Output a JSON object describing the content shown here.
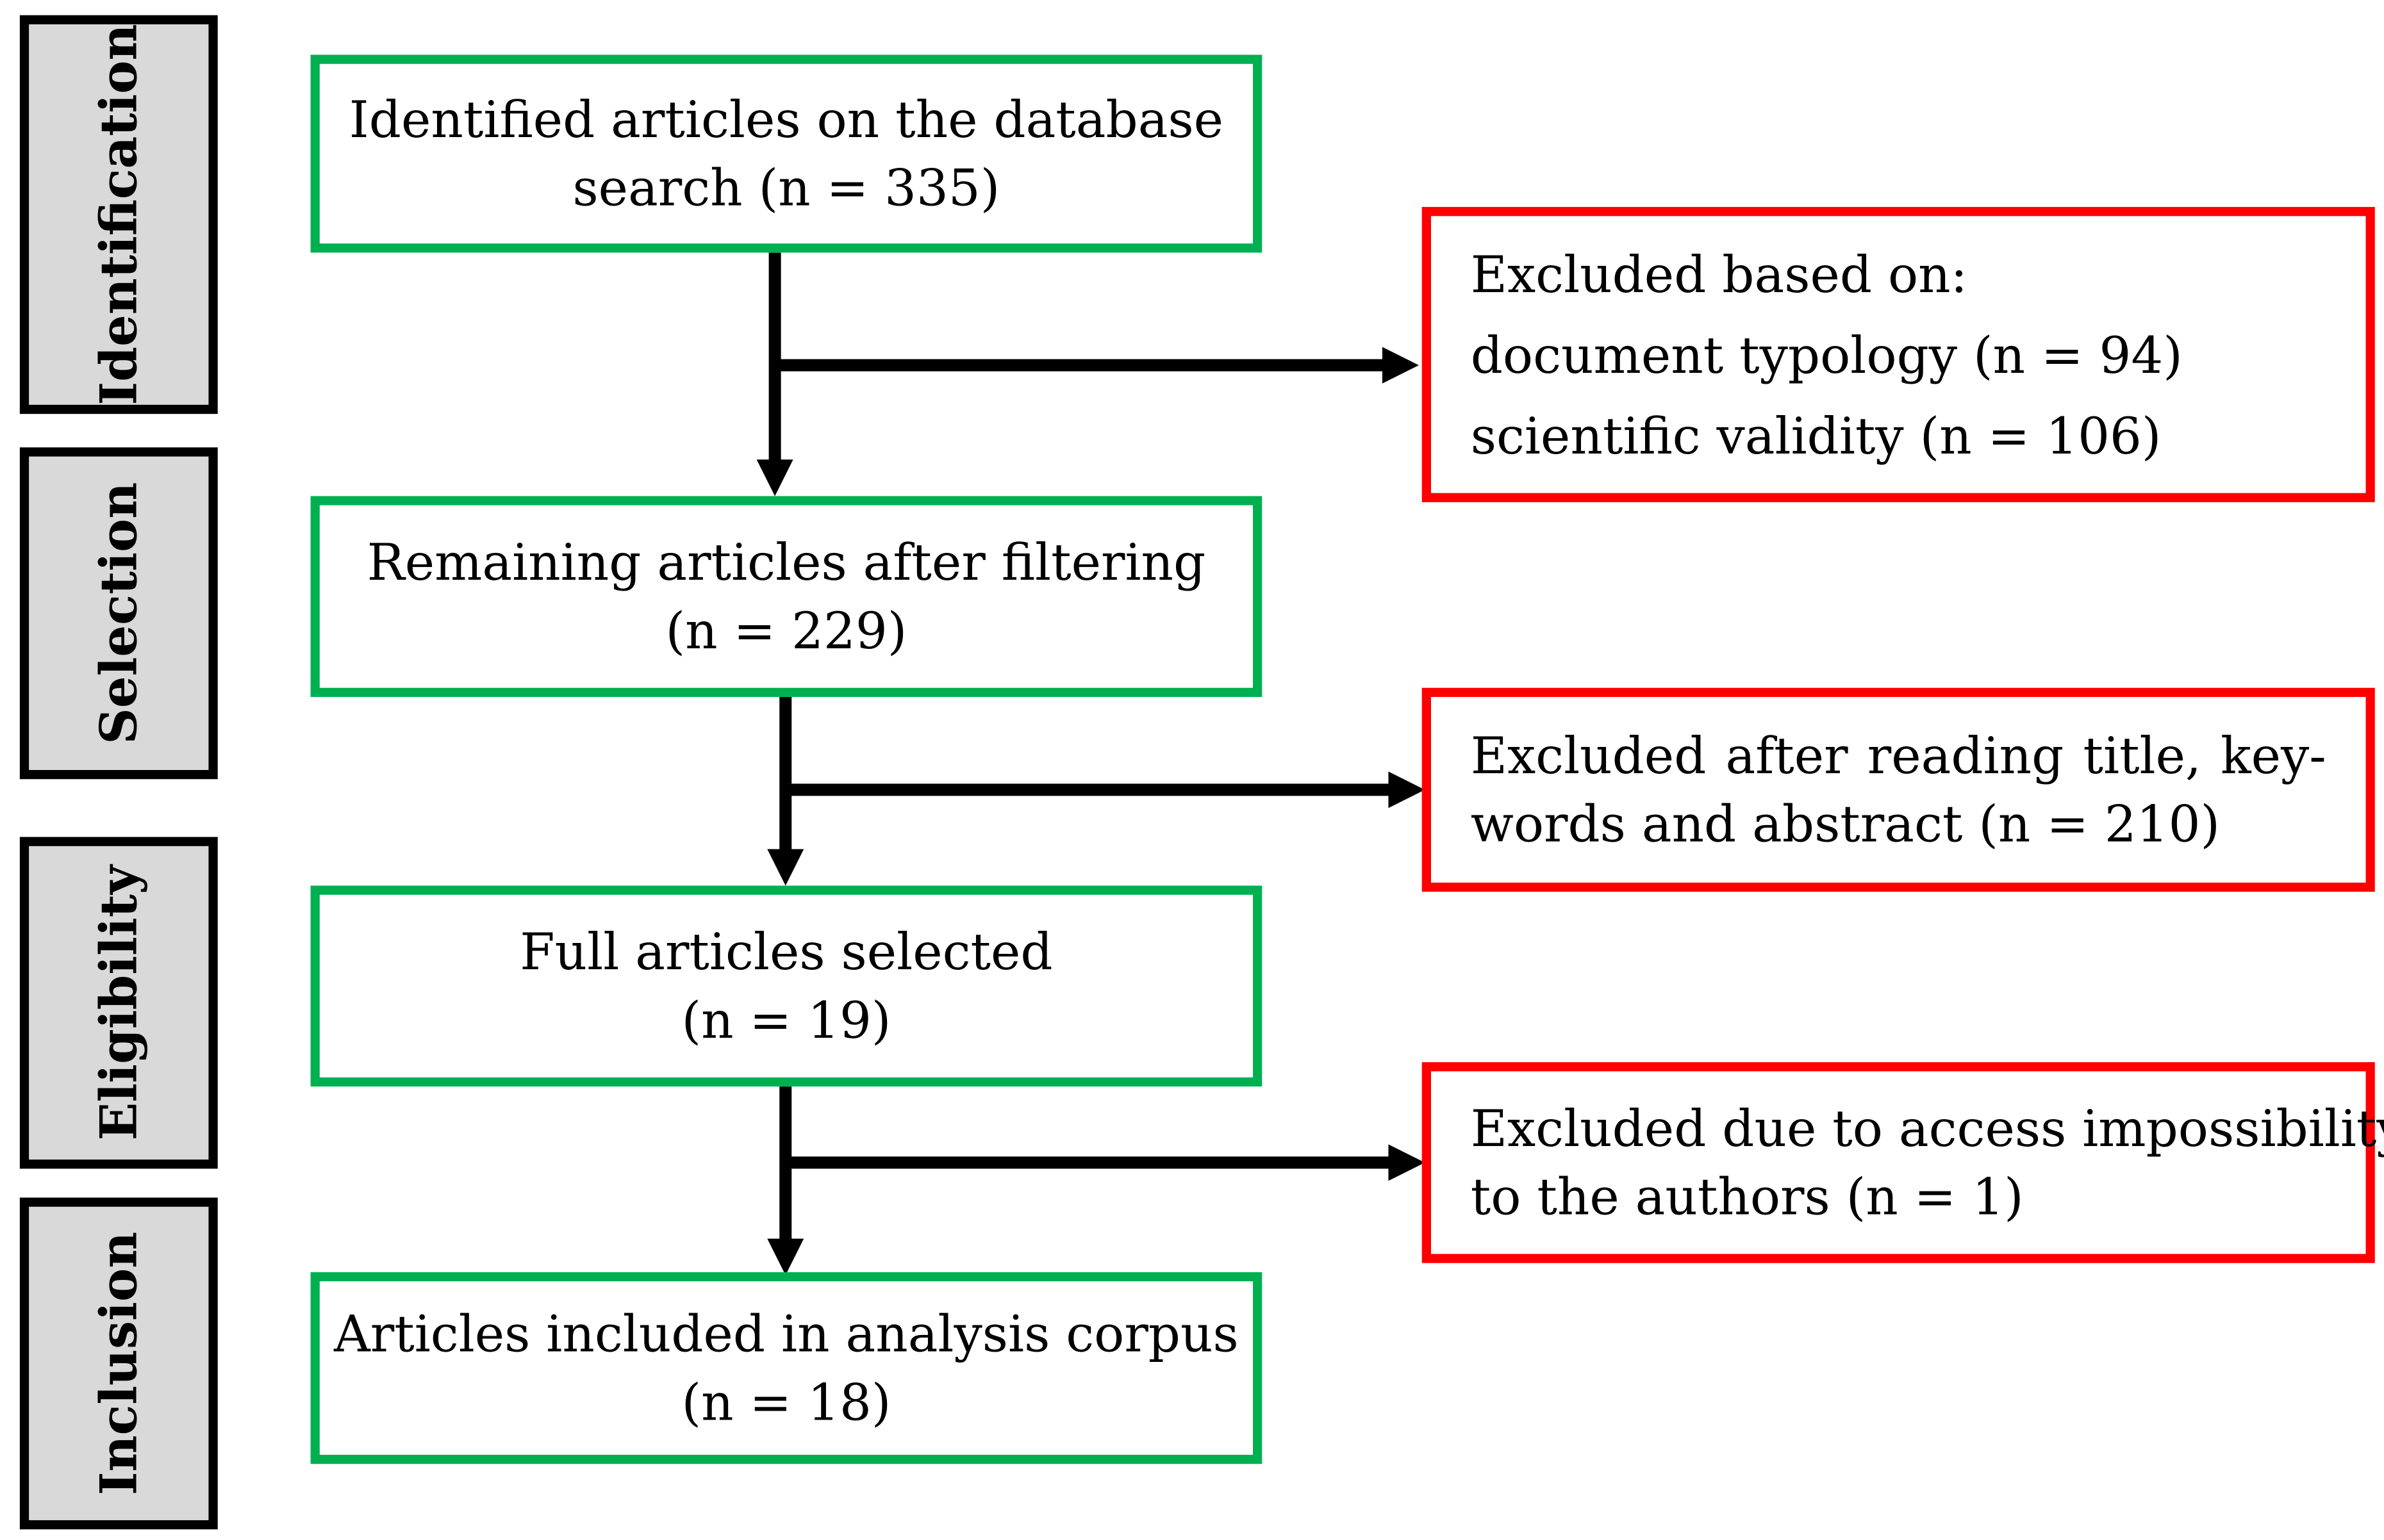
{
  "phases": {
    "identification": "Identification",
    "selection": "Selection",
    "eligibility": "Eligibility",
    "inclusion": "Inclusion"
  },
  "steps": {
    "identified": [
      "Identified articles on the database",
      "search (n = 335)"
    ],
    "remaining": [
      "Remaining articles after filtering",
      "(n = 229)"
    ],
    "full": [
      "Full articles selected",
      "(n = 19)"
    ],
    "included": [
      "Articles included in analysis corpus",
      "(n = 18)"
    ]
  },
  "exclusions": {
    "based_on": [
      "Excluded based on:",
      "document typology (n = 94)",
      "scientific validity (n = 106)"
    ],
    "reading": "Excluded after reading title, key-words and abstract (n = 210)",
    "access": [
      "Excluded due to access impossibility",
      "to the authors (n = 1)"
    ]
  },
  "colors": {
    "included_border": "#00b050",
    "excluded_border": "#ff0000",
    "phase_fill": "#d9d9d9"
  }
}
